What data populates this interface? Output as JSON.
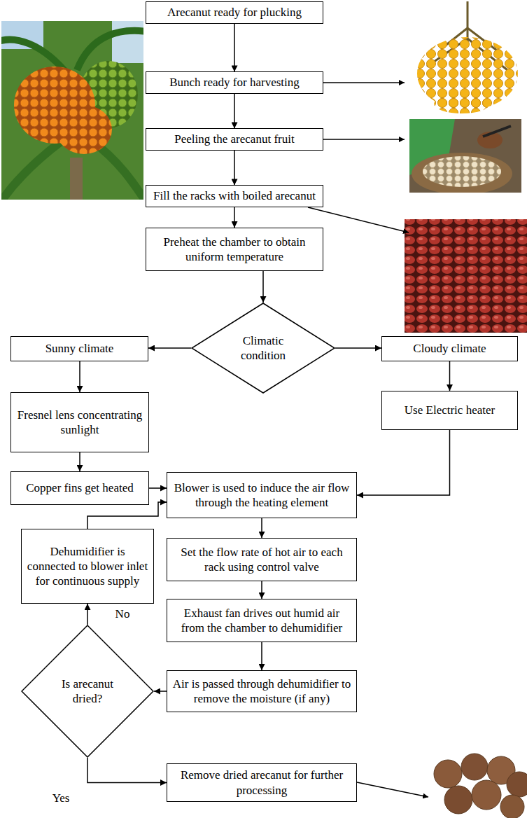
{
  "diagram": {
    "nodes": [
      {
        "text": [
          "Arecanut ready for plucking"
        ]
      },
      {
        "text": [
          "Bunch ready for harvesting"
        ]
      },
      {
        "text": [
          "Peeling the arecanut fruit"
        ]
      },
      {
        "text": [
          "Fill the racks with boiled arecanut"
        ]
      },
      {
        "text": [
          "Preheat the chamber to obtain uniform temperature"
        ]
      },
      {
        "text": [
          "Climatic condition"
        ]
      },
      {
        "text": [
          "Sunny climate"
        ]
      },
      {
        "text": [
          "Cloudy climate"
        ]
      },
      {
        "text": [
          "Fresnel lens concentrating sunlight"
        ]
      },
      {
        "text": [
          "Use Electric heater"
        ]
      },
      {
        "text": [
          "Copper fins get heated"
        ]
      },
      {
        "text": [
          "Blower is used to induce the air flow through the heating element"
        ]
      },
      {
        "text": [
          "Dehumidifier is connected to blower inlet for continuous supply"
        ]
      },
      {
        "text": [
          "Set the flow rate of hot air to each rack using control valve"
        ]
      },
      {
        "text": [
          "Exhaust fan drives out humid air from the chamber to dehumidifier"
        ]
      },
      {
        "text": [
          "Is arecanut dried?"
        ]
      },
      {
        "text": [
          "Air is passed through dehumidifier to remove the moisture (if any)"
        ]
      },
      {
        "text": [
          "Remove dried arecanut for further processing"
        ]
      }
    ],
    "edges": [
      {
        "from": 0,
        "to": 1,
        "arrow": "to"
      },
      {
        "from": 1,
        "to": 2,
        "arrow": "to"
      },
      {
        "from": 2,
        "to": 3,
        "arrow": "to"
      },
      {
        "from": 3,
        "to": 4,
        "arrow": "to"
      },
      {
        "from": 4,
        "to": 5,
        "arrow": "to"
      },
      {
        "from": 5,
        "to": 6,
        "arrow": "to"
      },
      {
        "from": 5,
        "to": 7,
        "arrow": "to"
      },
      {
        "from": 6,
        "to": 8,
        "arrow": "to"
      },
      {
        "from": 7,
        "to": 9,
        "arrow": "to"
      },
      {
        "from": 8,
        "to": 10,
        "arrow": "to"
      },
      {
        "from": 10,
        "to": 11,
        "arrow": "to"
      },
      {
        "from": 9,
        "to": 11,
        "arrow": "to"
      },
      {
        "from": 11,
        "to": 13,
        "arrow": "to"
      },
      {
        "from": 13,
        "to": 14,
        "arrow": "to"
      },
      {
        "from": 14,
        "to": 16,
        "arrow": "to"
      },
      {
        "from": 16,
        "to": 15,
        "arrow": "to"
      },
      {
        "from": 15,
        "to": 12,
        "label": "No",
        "arrow": "to"
      },
      {
        "from": 12,
        "to": 11,
        "arrow": "to"
      },
      {
        "from": 15,
        "to": 17,
        "label": "Yes",
        "arrow": "to"
      }
    ]
  }
}
